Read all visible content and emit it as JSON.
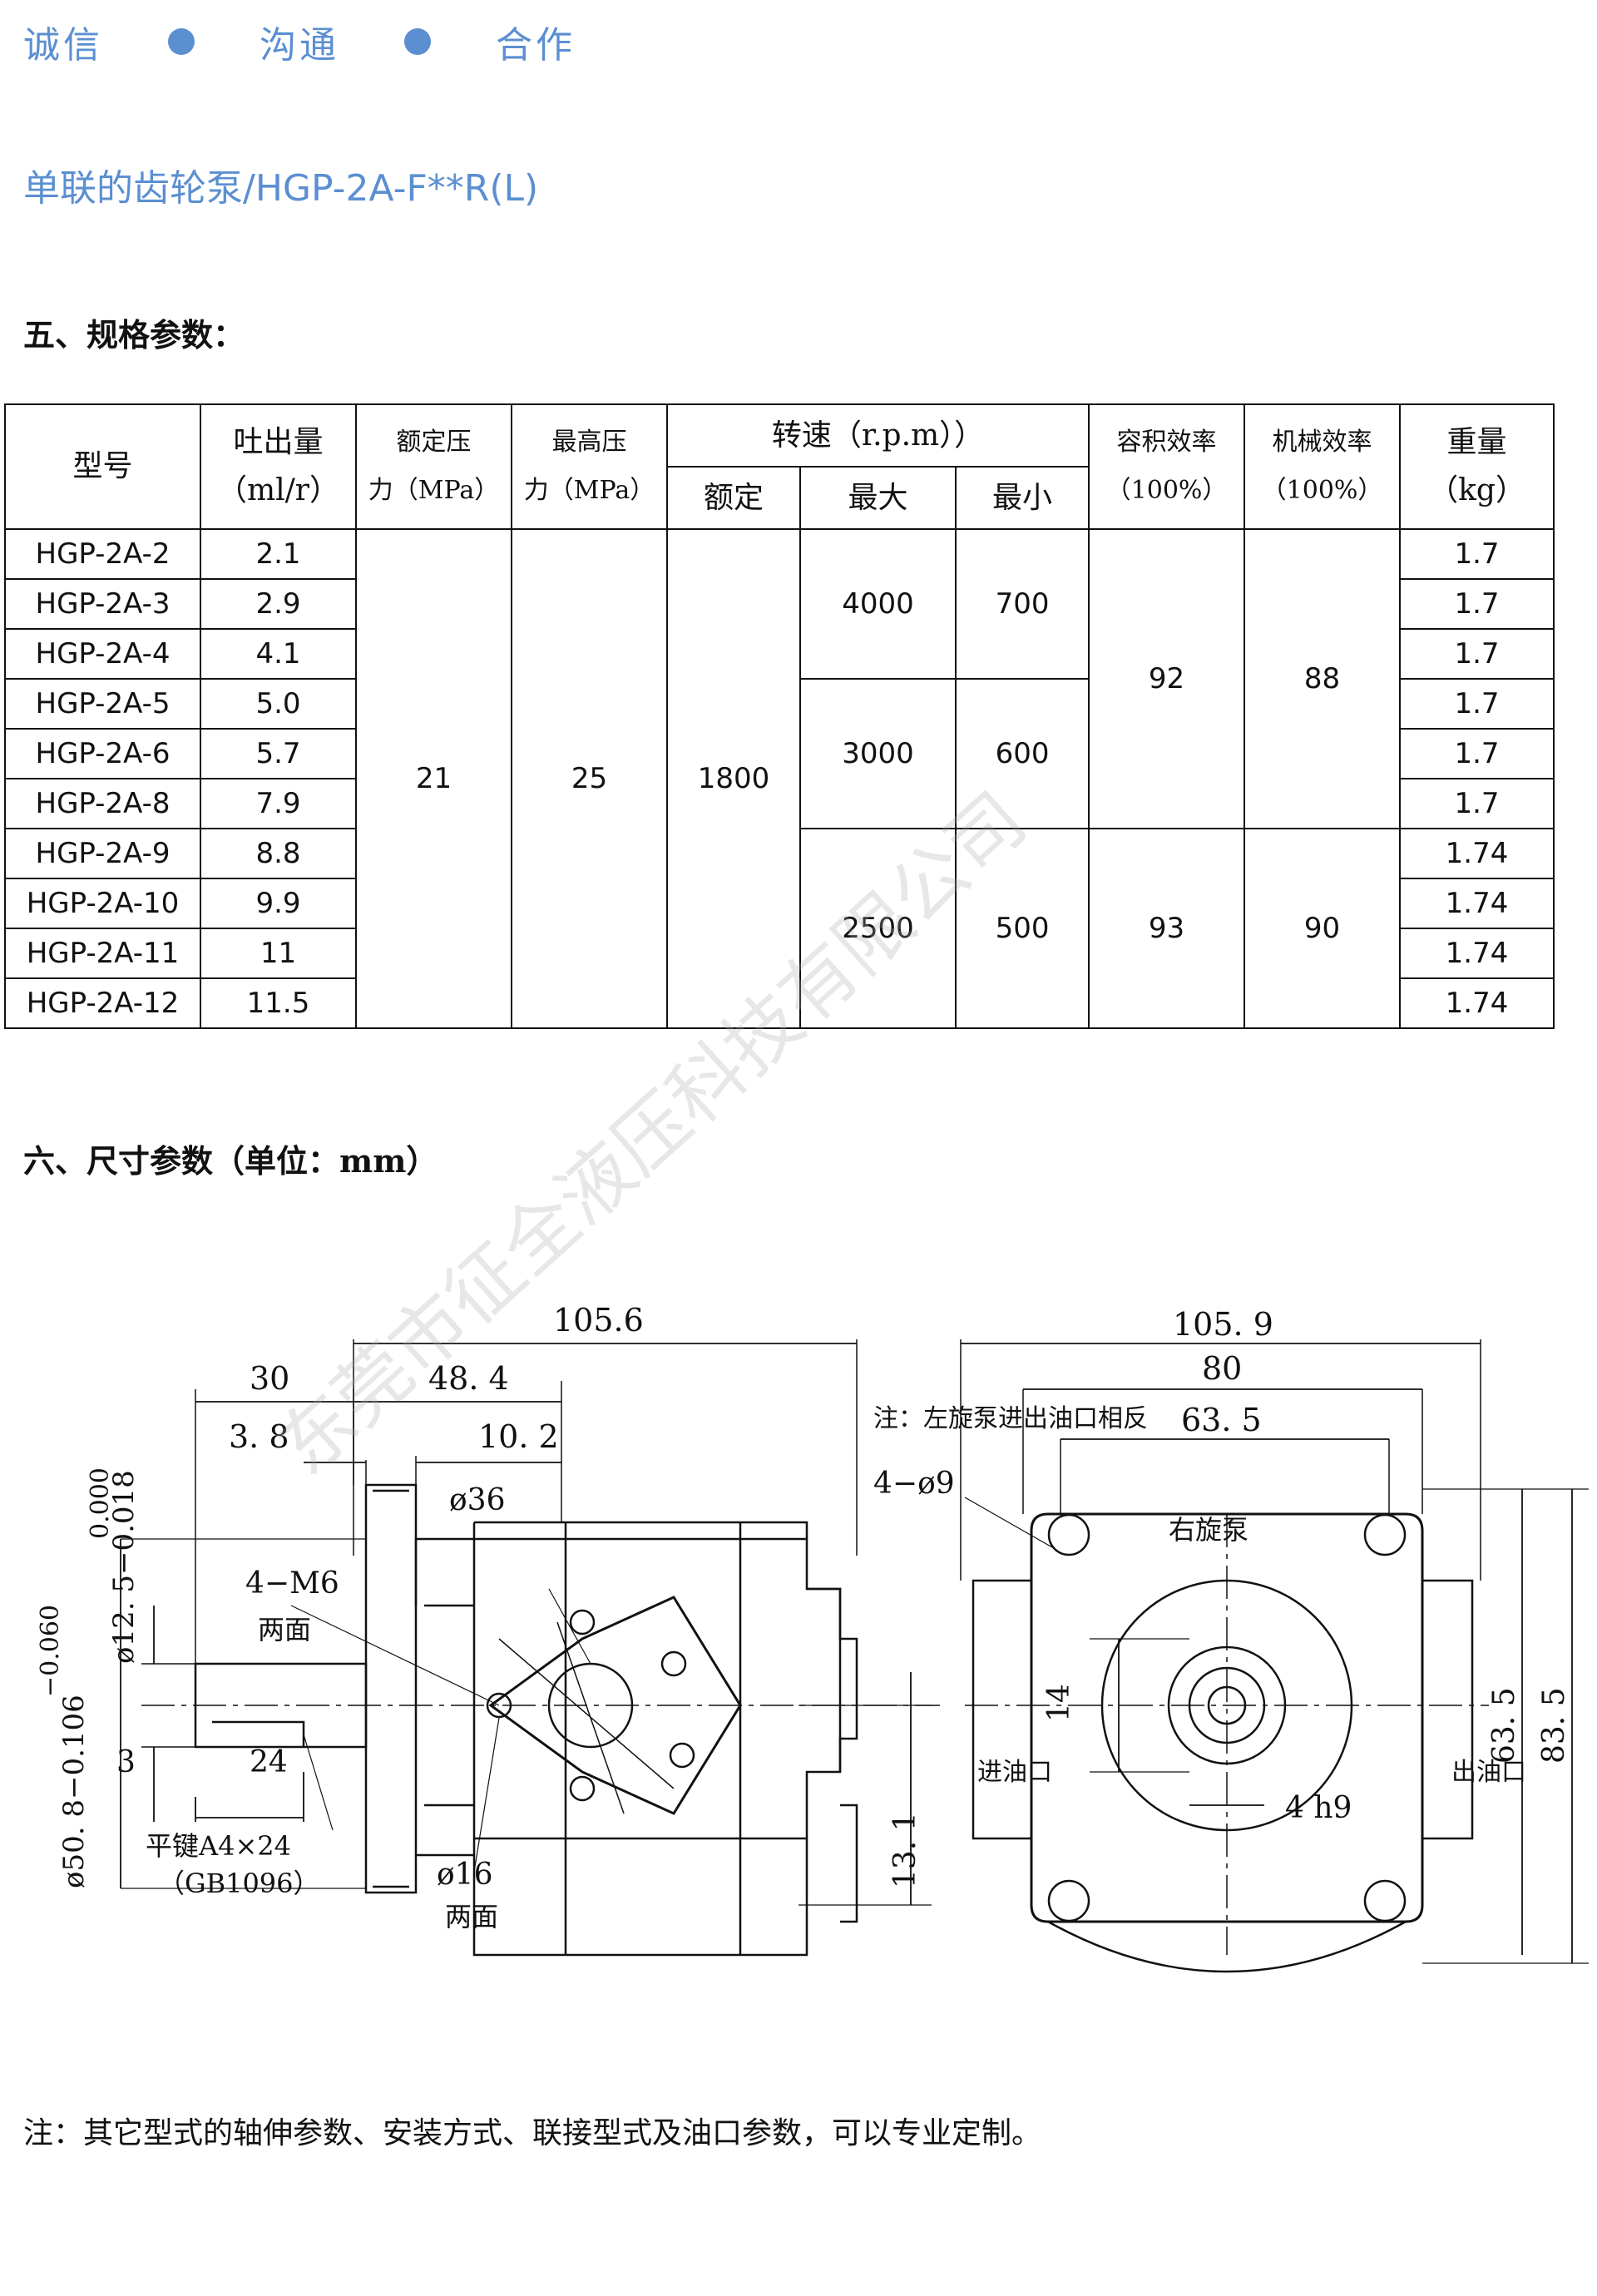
{
  "header": {
    "tagline": [
      "诚信",
      "沟通",
      "合作"
    ],
    "title": "单联的齿轮泵/HGP-2A-F**R(L)"
  },
  "sections": {
    "spec_title": "五、规格参数：",
    "dim_title": "六、尺寸参数（单位：mm）"
  },
  "table": {
    "headers": {
      "model": "型号",
      "displacement": [
        "吐出量",
        "（ml/r）"
      ],
      "rated_pressure": [
        "额定压",
        "力（MPa）"
      ],
      "max_pressure": [
        "最高压",
        "力（MPa）"
      ],
      "speed": "转速（r.p.m））",
      "speed_rated": "额定",
      "speed_max": "最大",
      "speed_min": "最小",
      "vol_eff": [
        "容积效率",
        "（100%）"
      ],
      "mech_eff": [
        "机械效率",
        "（100%）"
      ],
      "weight": [
        "重量",
        "（kg）"
      ]
    },
    "rows": [
      {
        "model": "HGP-2A-2",
        "disp": "2.1",
        "weight": "1.7"
      },
      {
        "model": "HGP-2A-3",
        "disp": "2.9",
        "weight": "1.7"
      },
      {
        "model": "HGP-2A-4",
        "disp": "4.1",
        "weight": "1.7"
      },
      {
        "model": "HGP-2A-5",
        "disp": "5.0",
        "weight": "1.7"
      },
      {
        "model": "HGP-2A-6",
        "disp": "5.7",
        "weight": "1.7"
      },
      {
        "model": "HGP-2A-8",
        "disp": "7.9",
        "weight": "1.7"
      },
      {
        "model": "HGP-2A-9",
        "disp": "8.8",
        "weight": "1.74"
      },
      {
        "model": "HGP-2A-10",
        "disp": "9.9",
        "weight": "1.74"
      },
      {
        "model": "HGP-2A-11",
        "disp": "11",
        "weight": "1.74"
      },
      {
        "model": "HGP-2A-12",
        "disp": "11.5",
        "weight": "1.74"
      }
    ],
    "rated_pressure": "21",
    "max_pressure": "25",
    "rated_speed": "1800",
    "speed_groups": [
      {
        "max": "4000",
        "min": "700"
      },
      {
        "max": "3000",
        "min": "600"
      },
      {
        "max": "2500",
        "min": "500"
      }
    ],
    "eff_groups": [
      {
        "vol": "92",
        "mech": "88"
      },
      {
        "vol": "93",
        "mech": "90"
      }
    ]
  },
  "drawing": {
    "dims": {
      "overall_length": "105.6",
      "d30": "30",
      "d48": "48. 4",
      "d38": "3. 8",
      "d102": "10. 2",
      "tol_top": "0.000",
      "shaft_dia": "ø12. 5−0.018",
      "tol_bottom": "−0.060",
      "pilot_dia": "ø50. 8−0.106",
      "m6": "4−M6",
      "both_sides": "两面",
      "d36": "ø36",
      "d16": "ø16",
      "d3": "3",
      "d24": "24",
      "key": "平键A4×24",
      "key_std": "（GB1096）",
      "d131": "13. 1",
      "note": "注：左旋泵进出油口相反",
      "width_overall": "105. 9",
      "w80": "80",
      "w635": "63. 5",
      "holes": "4−ø9",
      "rotation": "右旋泵",
      "d14": "14",
      "inlet": "进油口",
      "outlet": "出油口",
      "key_width": "4  h9",
      "h635": "63. 5",
      "h835": "83. 5"
    }
  },
  "watermark": "东莞市征全液压科技有限公司",
  "footer_note": "注：其它型式的轴伸参数、安装方式、联接型式及油口参数，可以专业定制。"
}
